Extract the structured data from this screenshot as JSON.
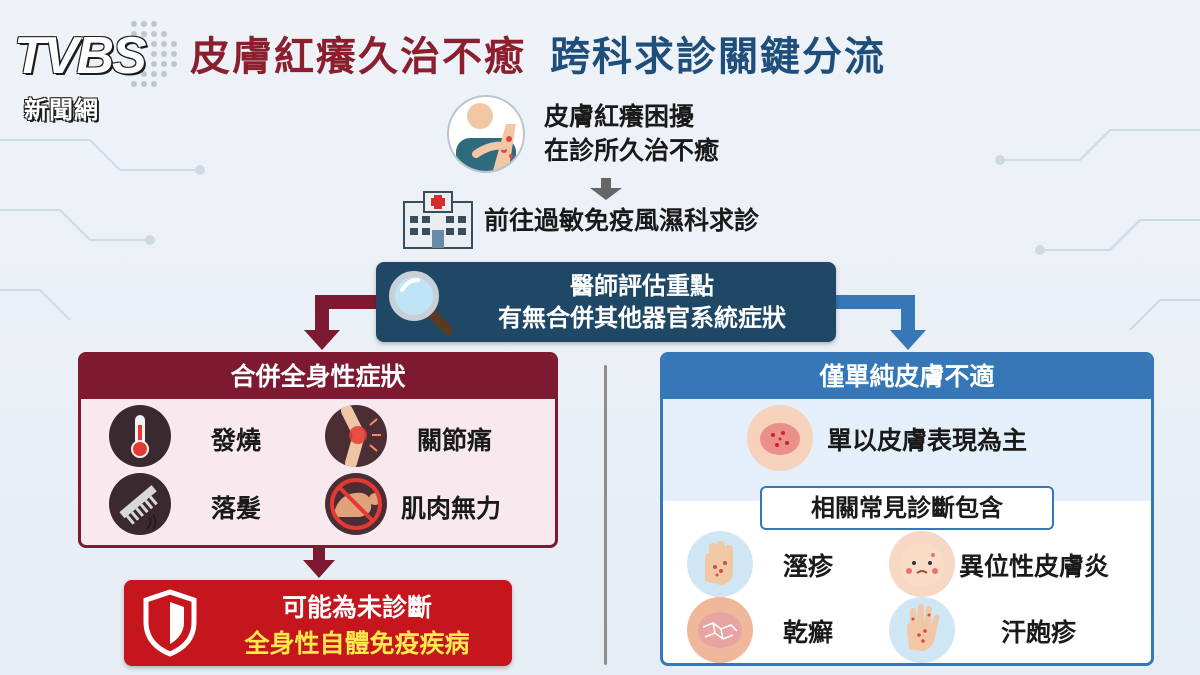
{
  "logo": {
    "main": "TVBS",
    "sub": "新聞網"
  },
  "title": {
    "part1": "皮膚紅癢久治不癒",
    "part2": "跨科求診關鍵分流"
  },
  "step1": {
    "line1": "皮膚紅癢困擾",
    "line2": "在診所久治不癒"
  },
  "step2": {
    "text": "前往過敏免疫風濕科求診"
  },
  "doctor": {
    "line1": "醫師評估重點",
    "line2": "有無合併其他器官系統症狀"
  },
  "left_panel": {
    "title": "合併全身性症狀",
    "symptoms": [
      {
        "label": "發燒",
        "icon": "thermometer-icon"
      },
      {
        "label": "關節痛",
        "icon": "knee-joint-icon"
      },
      {
        "label": "落髮",
        "icon": "comb-hair-icon"
      },
      {
        "label": "肌肉無力",
        "icon": "weak-muscle-icon"
      }
    ]
  },
  "result": {
    "line1": "可能為未診斷",
    "line2": "全身性自體免疫疾病",
    "icon": "shield-icon"
  },
  "right_panel": {
    "title": "僅單純皮膚不適",
    "main": "單以皮膚表現為主",
    "sub_title": "相關常見診斷包含",
    "diagnoses": [
      {
        "label": "溼疹",
        "icon": "eczema-hand-icon"
      },
      {
        "label": "異位性皮膚炎",
        "icon": "baby-face-icon"
      },
      {
        "label": "乾癬",
        "icon": "psoriasis-skin-icon"
      },
      {
        "label": "汗皰疹",
        "icon": "dyshidrosis-hand-icon"
      }
    ]
  },
  "colors": {
    "burgundy": "#7d1a32",
    "navy": "#1f4766",
    "blue": "#3577b7",
    "red": "#c4161c",
    "yellow": "#ffe94d"
  }
}
